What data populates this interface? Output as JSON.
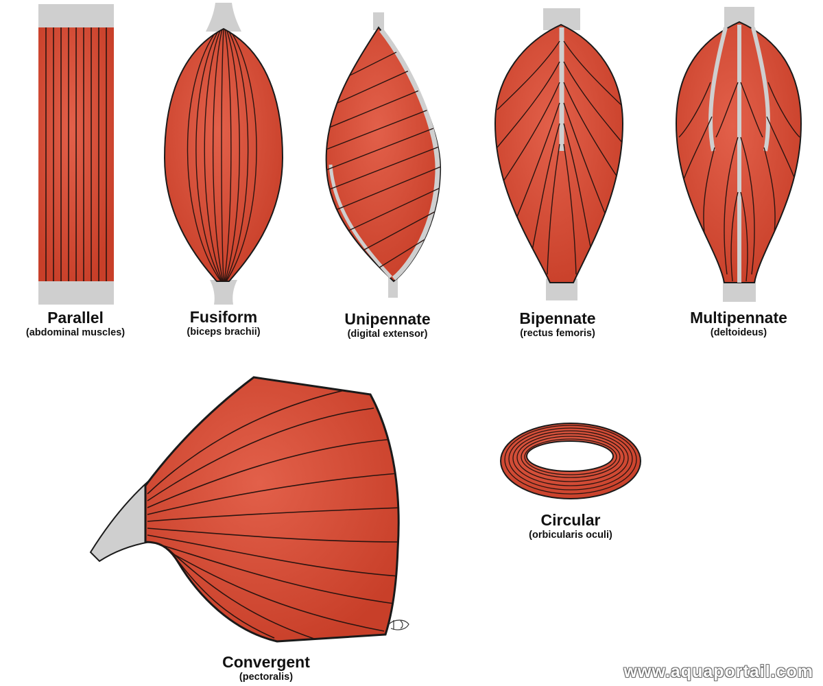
{
  "colors": {
    "muscle": "#d64a32",
    "tendon": "#cfcfcf",
    "outline": "#1a1a1a",
    "fiber": "#2a1410"
  },
  "muscles": [
    {
      "id": "parallel",
      "name": "Parallel",
      "example": "(abdominal muscles)"
    },
    {
      "id": "fusiform",
      "name": "Fusiform",
      "example": "(biceps brachii)"
    },
    {
      "id": "unipennate",
      "name": "Unipennate",
      "example": "(digital extensor)"
    },
    {
      "id": "bipennate",
      "name": "Bipennate",
      "example": "(rectus femoris)"
    },
    {
      "id": "multipennate",
      "name": "Multipennate",
      "example": "(deltoideus)"
    },
    {
      "id": "convergent",
      "name": "Convergent",
      "example": "(pectoralis)"
    },
    {
      "id": "circular",
      "name": "Circular",
      "example": "(orbicularis oculi)"
    }
  ],
  "watermark": "www.aquaportail.com"
}
